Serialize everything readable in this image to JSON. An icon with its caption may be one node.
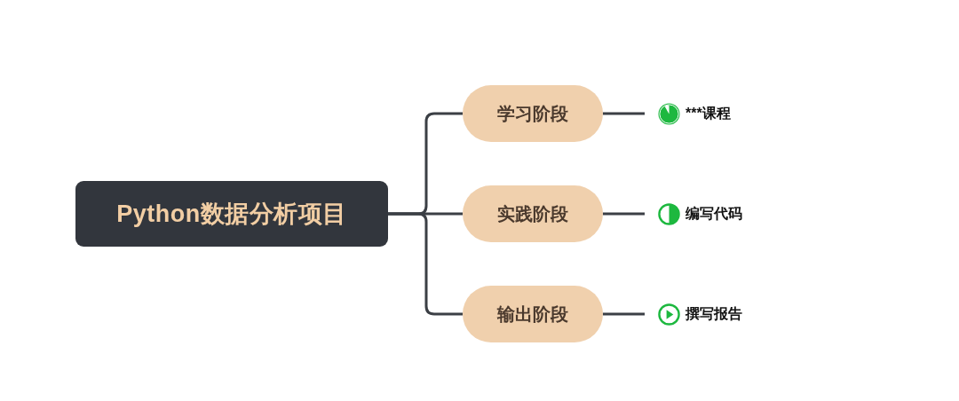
{
  "diagram": {
    "nodes": [
      {
        "text": [
          "Python数据分析项目"
        ]
      },
      {
        "text": [
          "学习阶段"
        ]
      },
      {
        "text": [
          "实践阶段"
        ]
      },
      {
        "text": [
          "输出阶段"
        ]
      },
      {
        "text": [
          "***课程"
        ]
      },
      {
        "text": [
          "编写代码"
        ]
      },
      {
        "text": [
          "撰写报告"
        ]
      }
    ],
    "edges": [
      {
        "from": 0,
        "to": 1,
        "arrow": "none"
      },
      {
        "from": 0,
        "to": 2,
        "arrow": "none"
      },
      {
        "from": 0,
        "to": 3,
        "arrow": "none"
      },
      {
        "from": 1,
        "to": 4,
        "arrow": "none"
      },
      {
        "from": 2,
        "to": 5,
        "arrow": "none"
      },
      {
        "from": 3,
        "to": 6,
        "arrow": "none"
      }
    ]
  }
}
